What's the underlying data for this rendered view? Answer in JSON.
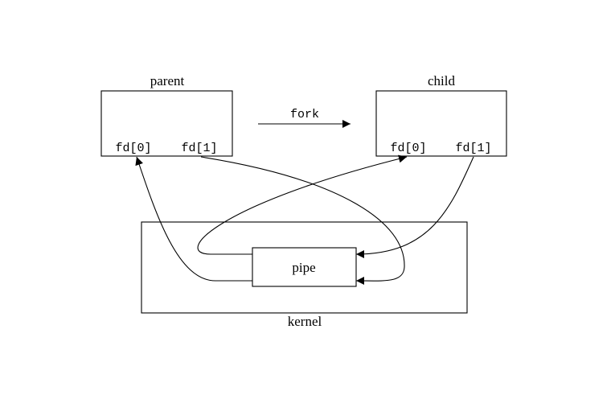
{
  "diagram": {
    "parent_label": "parent",
    "child_label": "child",
    "fork_label": "fork",
    "parent_fd0": "fd[0]",
    "parent_fd1": "fd[1]",
    "child_fd0": "fd[0]",
    "child_fd1": "fd[1]",
    "pipe_label": "pipe",
    "kernel_label": "kernel"
  }
}
